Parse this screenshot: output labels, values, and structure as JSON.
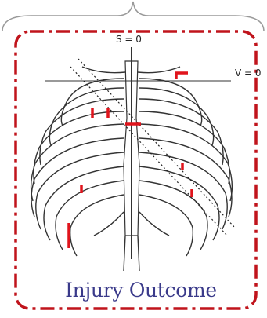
{
  "diagram": {
    "caption": "Injury Outcome",
    "s_label": "S = 0",
    "v_label": "V = 0",
    "colors": {
      "frame": "#c0141c",
      "injury_mark": "#e0141c",
      "bone_line": "#333333",
      "brace": "#9a9a9a",
      "caption_text": "#3a3a8a"
    },
    "icons": [
      "rib-cage-illustration"
    ]
  }
}
